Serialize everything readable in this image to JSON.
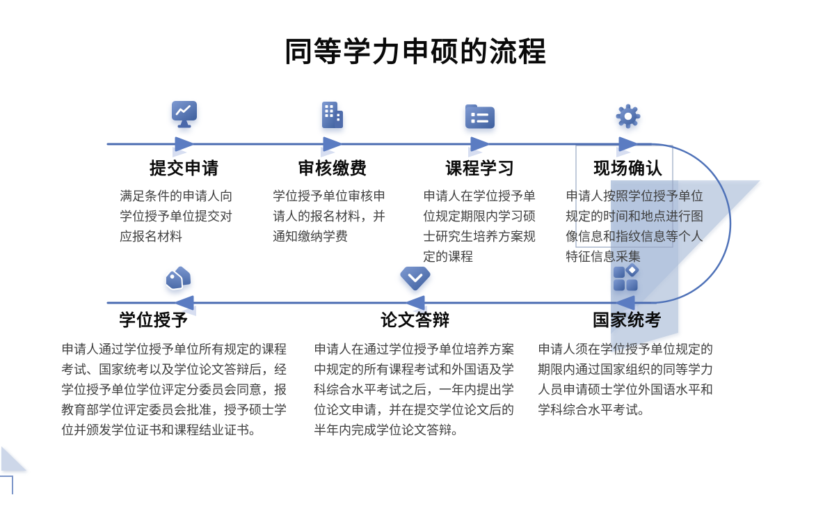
{
  "slide": {
    "title": "同等学力申硕的流程"
  },
  "steps_top": [
    {
      "title": "提交申请",
      "icon": "monitor-chart-icon",
      "desc": "满足条件的申请人向学位授予单位提交对应报名材料"
    },
    {
      "title": "审核缴费",
      "icon": "building-icon",
      "desc": "学位授予单位审核申请人的报名材料，并通知缴纳学费"
    },
    {
      "title": "课程学习",
      "icon": "folder-list-icon",
      "desc": "申请人在学位授予单位规定期限内学习硕士研究生培养方案规定的课程"
    },
    {
      "title": "现场确认",
      "icon": "gear-icon",
      "desc": "申请人按照学位授予单位规定的时间和地点进行图像信息和指纹信息等个人特征信息采集"
    }
  ],
  "steps_bottom": [
    {
      "title": "国家统考",
      "icon": "apps-grid-icon",
      "desc": "申请人须在学位授予单位规定的期限内通过国家组织的同等学力人员申请硕士学位外国语水平和学科综合水平考试。"
    },
    {
      "title": "论文答辩",
      "icon": "gem-check-icon",
      "desc": "申请人在通过学位授予单位培养方案中规定的所有课程考试和外国语及学科综合水平考试之后，一年内提出学位论文申请，并在提交学位论文后的半年内完成学位论文答辩。"
    },
    {
      "title": "学位授予",
      "icon": "tags-icon",
      "desc": "申请人通过学位授予单位所有规定的课程考试、国家统考以及学位论文答辩后，经学位授予单位学位评定分委员会同意，报教育部学位评定委员会批准，授予硕士学位并颁发学位证书和课程结业证书。"
    }
  ],
  "colors": {
    "flow_line": "#4a6bb1",
    "arrow": "#5b7cc2",
    "arrow_shadow": "#c9d3ec",
    "icon_gradient_start": "#7f9ad2",
    "icon_gradient_end": "#40619f",
    "translucent_shape": "#aabddb",
    "highlight_box_border": "#98a6c2",
    "title_color": "#0a0a0a",
    "desc_color": "#3f3f3f"
  }
}
